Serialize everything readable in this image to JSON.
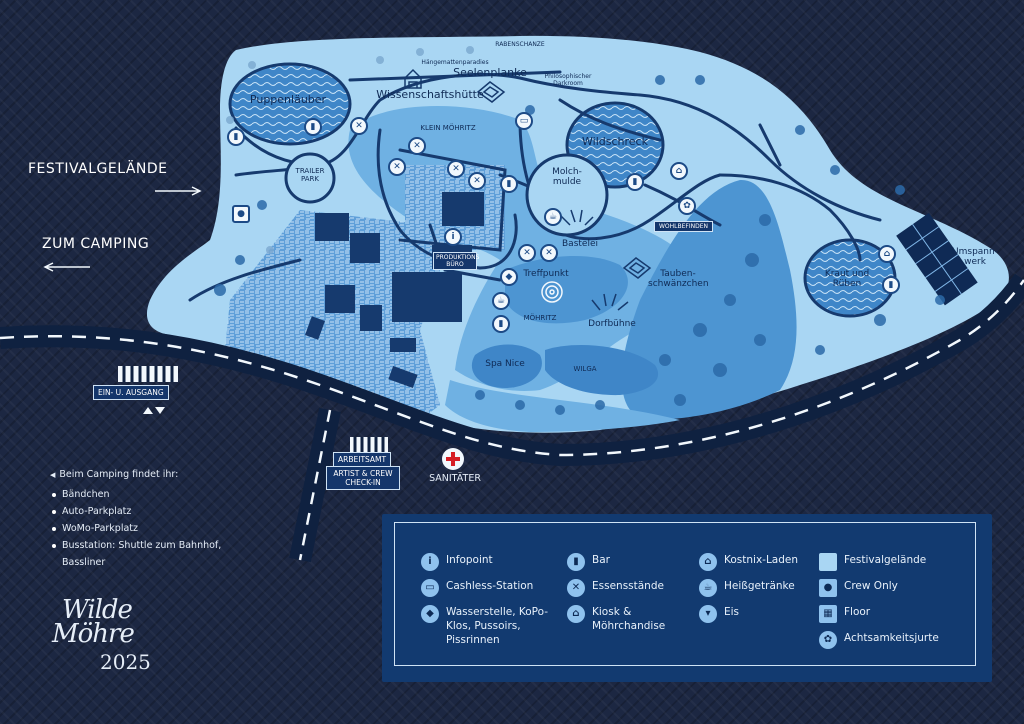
{
  "colors": {
    "background": "#1c2742",
    "grounds_light": "#a9d6f3",
    "grounds_mid": "#6fb1e3",
    "grounds_deep": "#4d95d2",
    "water": "#3f86c8",
    "paths": "#163a6e",
    "road": "#0f2140",
    "legend_bg": "#123a70"
  },
  "directions": {
    "festival": "FESTIVALGELÄNDE",
    "camping": "ZUM CAMPING"
  },
  "areas": {
    "puppenlauber": "Puppenläuber",
    "haengemattenparadies": "Hängemattenparadies",
    "rabenschanze": "RABENSCHANZE",
    "seelenplanke": "Seelenplanke",
    "wissenschaftshuette": "Wissenschaftshütte",
    "philosophischer_darkroom": "Philosophischer Darkroom",
    "trailer_park": "TRAILER PARK",
    "klein_moehritz": "KLEIN MÖHRITZ",
    "wildschreck": "Wildschreck",
    "molchmulde": "Molch-mulde",
    "bastelei": "Bastelei",
    "wohlbefinden": "WOHLBEFINDEN",
    "produktionsbuero": "PRODUKTIONS BÜRO",
    "treffpunkt": "Treffpunkt",
    "taubenschwaenzchen": "Tauben-schwänzchen",
    "kraut_und_rueben": "Kraut und Rüben",
    "umspannwerk": "Umspann-werk",
    "moehritz": "MÖHRITZ",
    "dorfbuehne": "Dorfbühne",
    "spa_nice": "Spa Nice",
    "wilga": "WILGA",
    "ein_ausgang": "EIN- U. AUSGANG",
    "arbeitsamt": "ARBEITSAMT",
    "artist_crew": "ARTIST & CREW CHECK-IN",
    "sanitaeter": "SANITÄTER"
  },
  "camping_note": {
    "title": "Beim Camping findet ihr:",
    "items": [
      "Bändchen",
      "Auto-Parkplatz",
      "WoMo-Parkplatz",
      "Busstation: Shuttle zum Bahnhof, Bassliner"
    ]
  },
  "legend": [
    {
      "label": "Infopoint",
      "icon": "info-icon",
      "glyph": "i"
    },
    {
      "label": "Cashless-Station",
      "icon": "card-icon",
      "glyph": "▭"
    },
    {
      "label": "Wasserstelle, KoPo-Klos, Pussoirs, Pissrinnen",
      "icon": "water-tap-icon",
      "glyph": "◆"
    },
    {
      "label": "Bar",
      "icon": "beer-mug-icon",
      "glyph": "▮"
    },
    {
      "label": "Essensstände",
      "icon": "fork-knife-icon",
      "glyph": "✕"
    },
    {
      "label": "Kiosk & Möhrchandise",
      "icon": "kiosk-icon",
      "glyph": "⌂"
    },
    {
      "label": "Kostnix-Laden",
      "icon": "shop-icon",
      "glyph": "⌂"
    },
    {
      "label": "Heißgetränke",
      "icon": "coffee-cup-icon",
      "glyph": "☕"
    },
    {
      "label": "Eis",
      "icon": "ice-cream-icon",
      "glyph": "▾"
    },
    {
      "label": "Festivalgelände",
      "icon": "area-swatch-icon",
      "glyph": ""
    },
    {
      "label": "Crew Only",
      "icon": "crew-icon",
      "glyph": "●"
    },
    {
      "label": "Floor",
      "icon": "floor-icon",
      "glyph": "▦"
    },
    {
      "label": "Achtsamkeitsjurte",
      "icon": "yurt-icon",
      "glyph": "✿"
    }
  ],
  "logo": {
    "line1": "Wilde",
    "line2": "Möhre",
    "year": "2025"
  }
}
